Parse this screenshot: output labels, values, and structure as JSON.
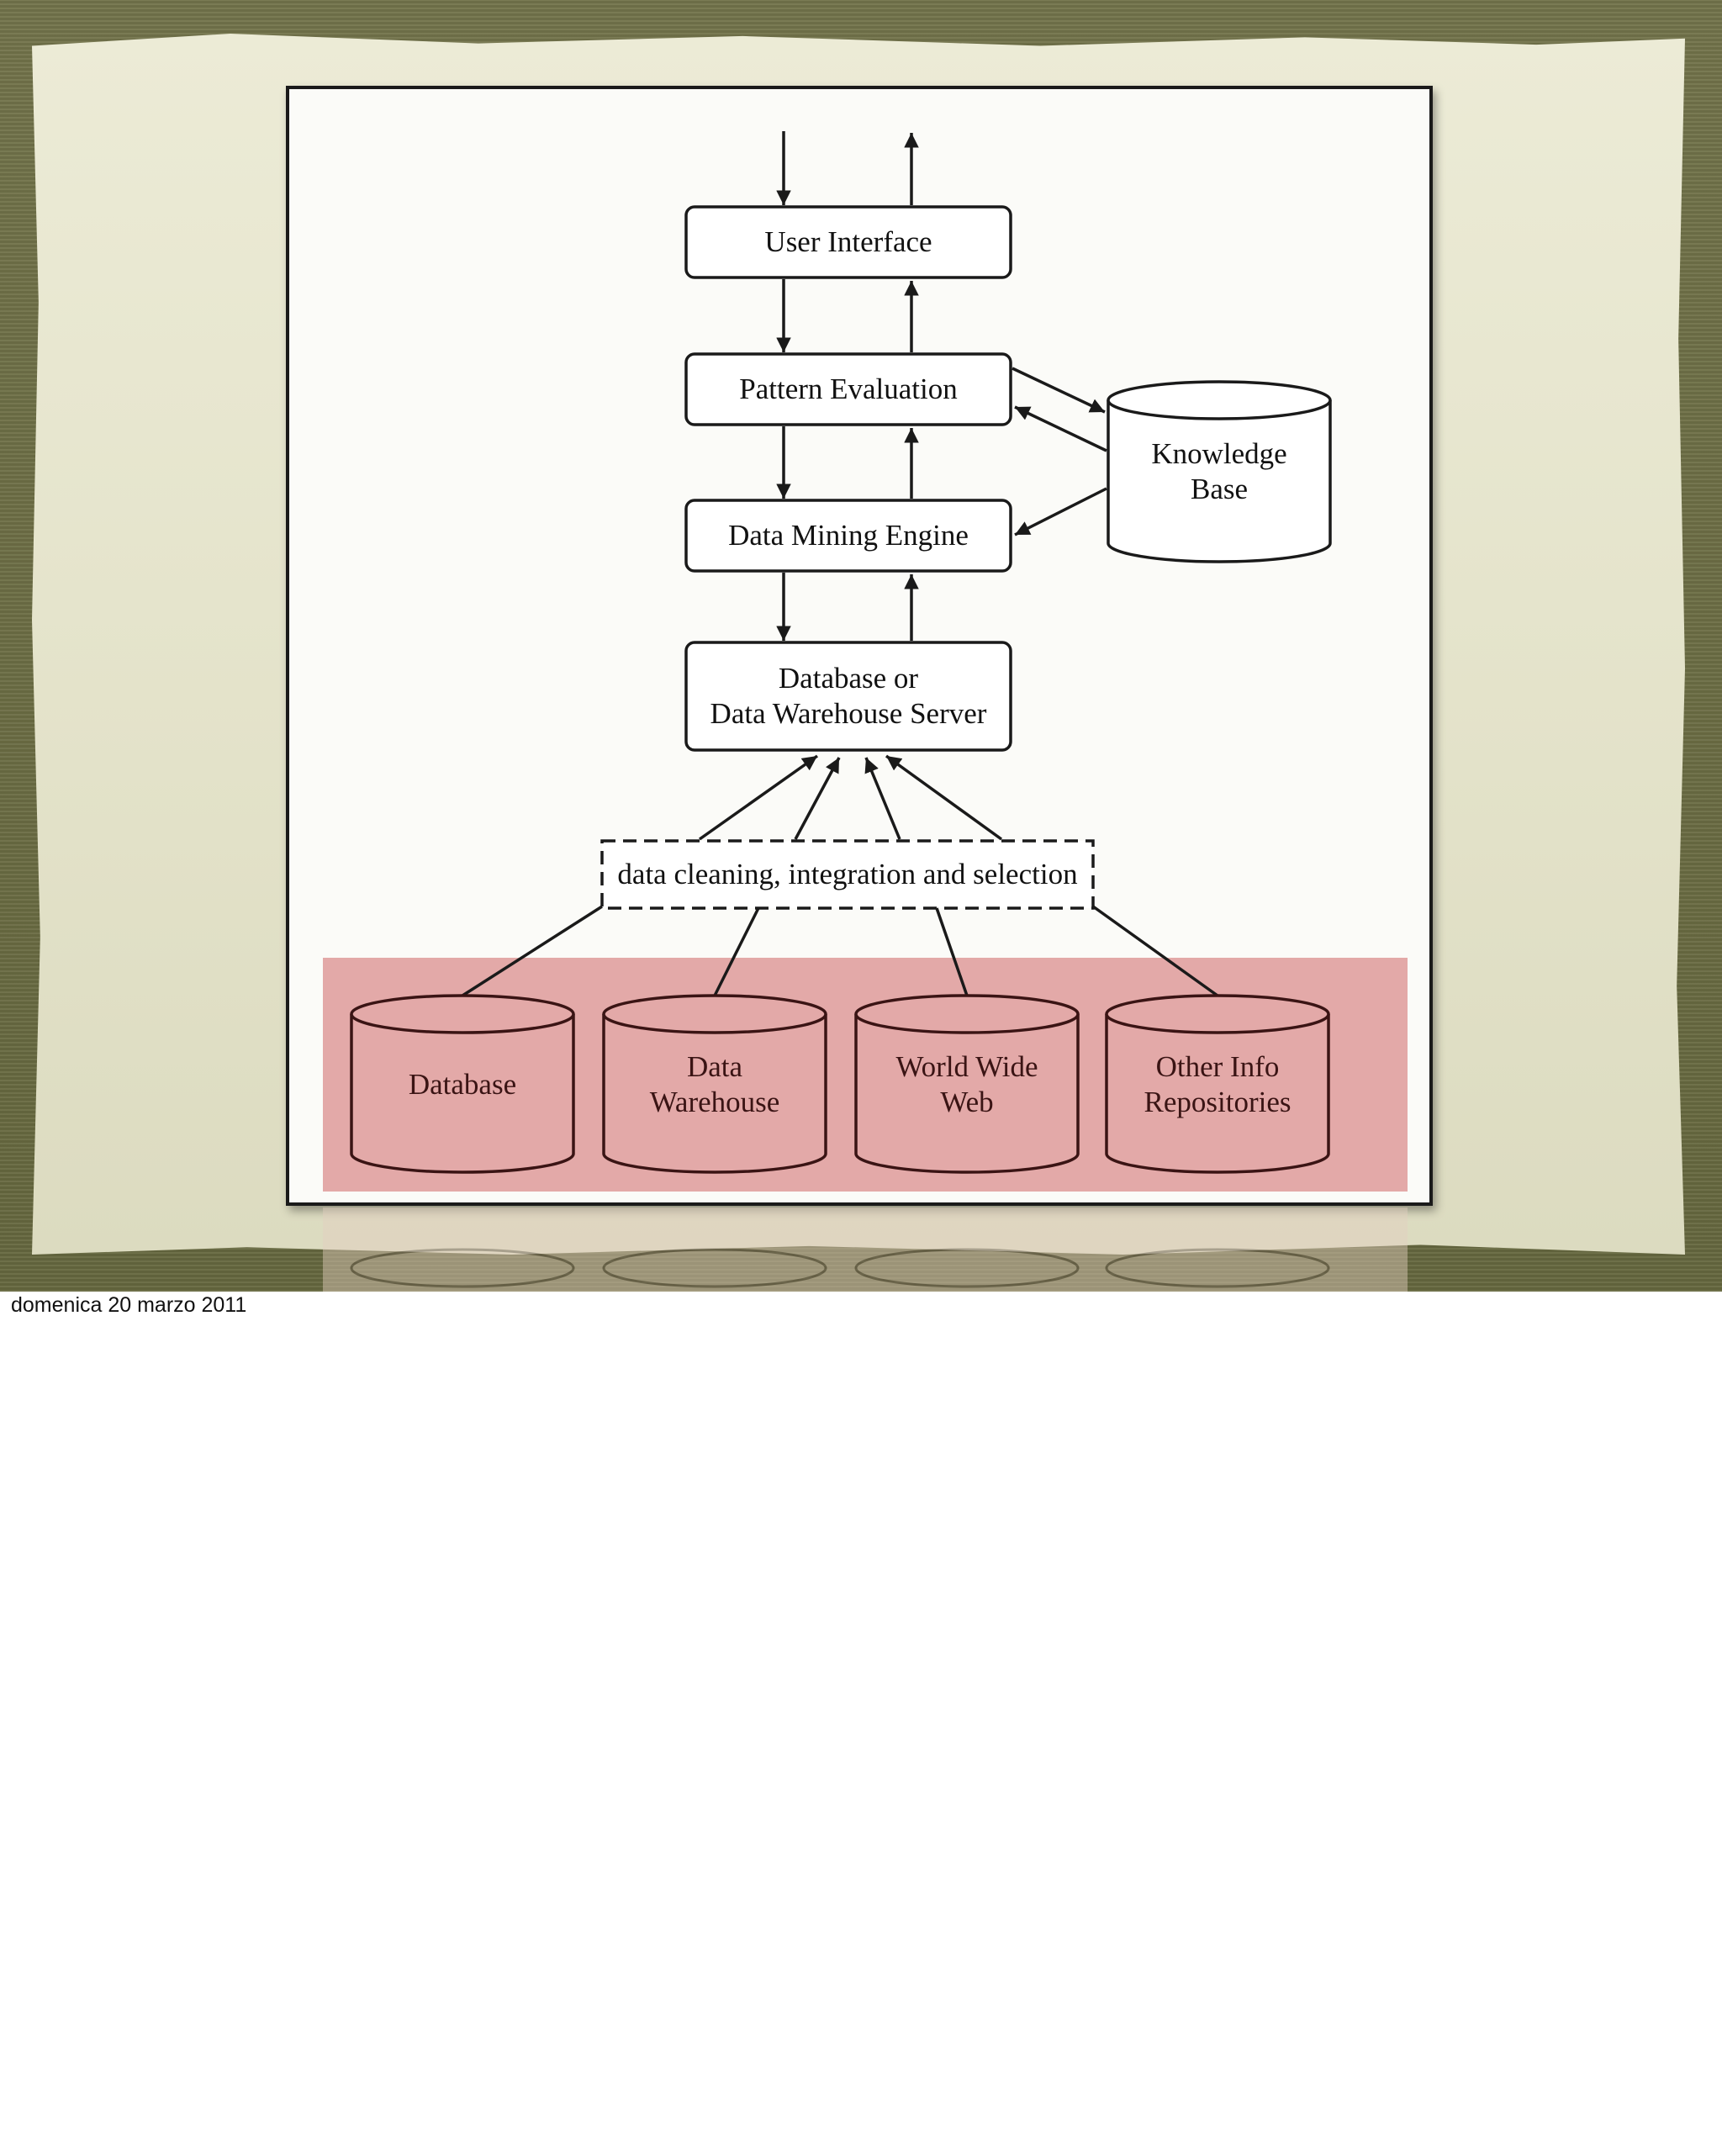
{
  "diagram": {
    "user_interface": "User Interface",
    "pattern_evaluation": "Pattern Evaluation",
    "data_mining_engine": "Data Mining Engine",
    "db_server_line1": "Database or",
    "db_server_line2": "Data Warehouse Server",
    "knowledge_base_line1": "Knowledge",
    "knowledge_base_line2": "Base",
    "cleaning": "data cleaning, integration and selection",
    "sources": [
      {
        "line1": "Database",
        "line2": ""
      },
      {
        "line1": "Data",
        "line2": "Warehouse"
      },
      {
        "line1": "World Wide",
        "line2": "Web"
      },
      {
        "line1": "Other Info",
        "line2": "Repositories"
      }
    ]
  },
  "colors": {
    "highlight": "#e3a9a8",
    "stroke": "#1a1a1a",
    "source_stroke": "#3a1414"
  },
  "footer": {
    "date": "domenica 20 marzo 2011"
  }
}
